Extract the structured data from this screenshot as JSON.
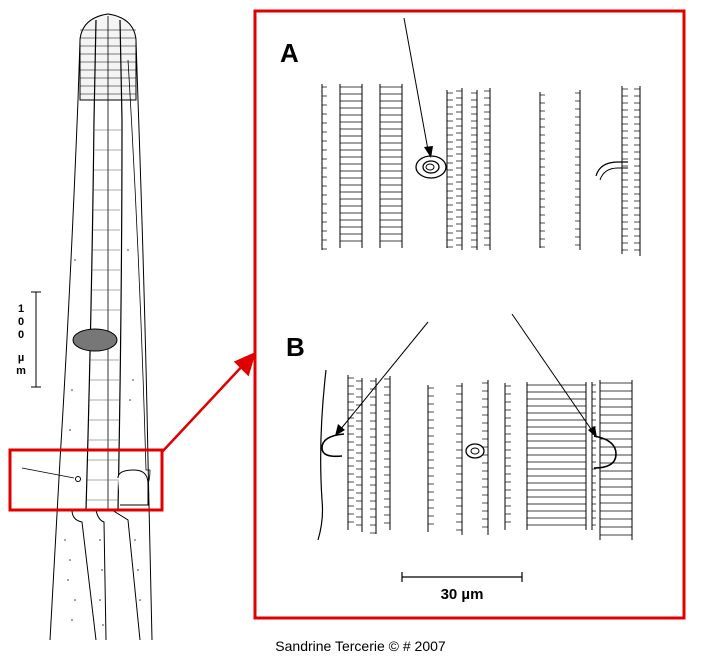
{
  "figure": {
    "panel_a_label": "A",
    "panel_b_label": "B",
    "scale_bar_right": "30 µm",
    "scale_bar_left": [
      "1",
      "0",
      "0",
      "",
      "µ",
      "m"
    ],
    "credit": "Sandrine Tercerie © # 2007",
    "highlight_color": "#e00000",
    "line_color": "#000000"
  }
}
